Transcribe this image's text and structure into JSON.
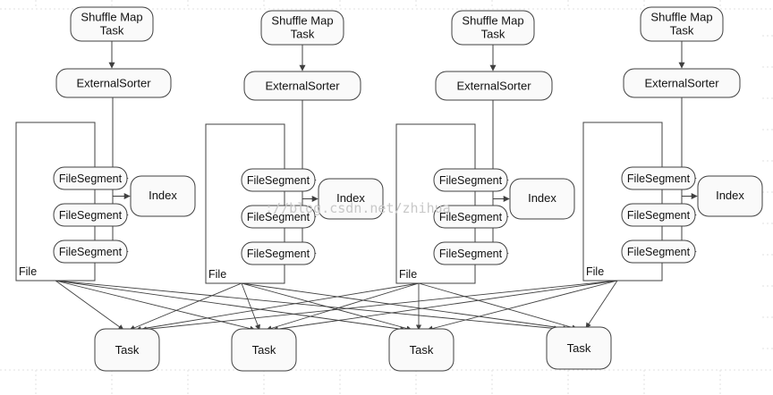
{
  "diagram": {
    "groups": [
      {
        "map_task": [
          "Shuffle Map",
          "Task"
        ],
        "sorter": "ExternalSorter",
        "file_label": "File",
        "segments": [
          "FileSegment",
          "FileSegment",
          "FileSegment"
        ],
        "index": "Index"
      },
      {
        "map_task": [
          "Shuffle Map",
          "Task"
        ],
        "sorter": "ExternalSorter",
        "file_label": "File",
        "segments": [
          "FileSegment",
          "FileSegment",
          "FileSegment"
        ],
        "index": "Index"
      },
      {
        "map_task": [
          "Shuffle Map",
          "Task"
        ],
        "sorter": "ExternalSorter",
        "file_label": "File",
        "segments": [
          "FileSegment",
          "FileSegment",
          "FileSegment"
        ],
        "index": "Index"
      },
      {
        "map_task": [
          "Shuffle Map",
          "Task"
        ],
        "sorter": "ExternalSorter",
        "file_label": "File",
        "segments": [
          "FileSegment",
          "FileSegment",
          "FileSegment"
        ],
        "index": "Index"
      }
    ],
    "tasks": [
      "Task",
      "Task",
      "Task",
      "Task"
    ],
    "watermark": "://blog.csdn.net/zhihua"
  },
  "colors": {
    "stroke": "#404040",
    "node_fill": "#fafafa",
    "file_fill": "#ffffff",
    "grid": "#dcdcdc"
  }
}
